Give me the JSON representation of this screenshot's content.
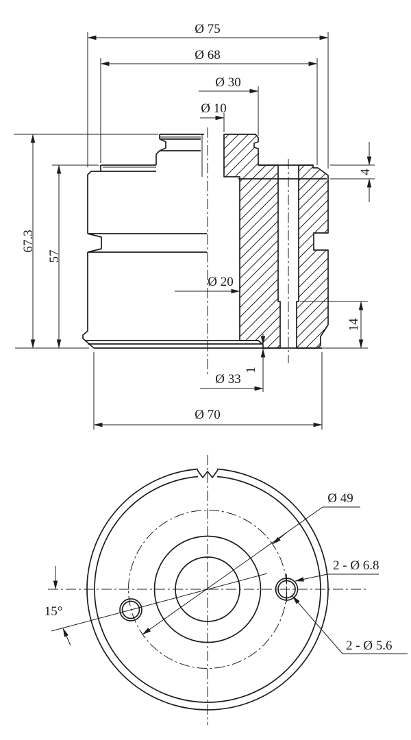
{
  "drawing": {
    "type": "technical-drawing",
    "line_color": "#1c1c1c",
    "background_color": "#ffffff",
    "section_view": {
      "diameters": {
        "d75": "Ø 75",
        "d68": "Ø 68",
        "d30": "Ø 30",
        "d10": "Ø 10",
        "d20": "Ø 20",
        "d33": "Ø 33",
        "d70": "Ø 70"
      },
      "lengths": {
        "h67_3": "67.3",
        "h57": "57",
        "t4": "4",
        "t14": "14",
        "t1": "1"
      }
    },
    "bottom_view": {
      "bolt_circle": "Ø 49",
      "hole_outer": "2 - Ø 6.8",
      "hole_inner": "2 - Ø 5.6",
      "angle": "15°"
    }
  }
}
